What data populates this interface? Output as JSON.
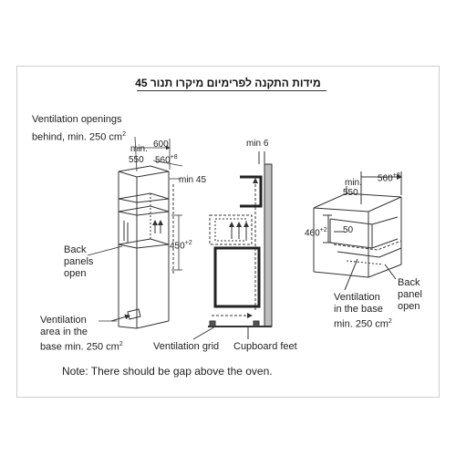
{
  "title": "מידות התקנה לפרימיום מיקרו תנור 45",
  "left": {
    "vent_openings_1": "Ventilation openings",
    "vent_openings_2": "behind, min. 250 cm",
    "vent_openings_sup": "2",
    "dim_600": "600",
    "dim_min": "min.",
    "dim_550": "550",
    "dim_560": "560",
    "dim_560_sup": "+8",
    "min45": "min 45",
    "dim_450": "450",
    "dim_450_sup": "+2",
    "back_1": "Back",
    "back_2": "panels",
    "back_3": "open",
    "base_1": "Ventilation",
    "base_2": "area in the",
    "base_3": "base min. 250 cm",
    "base_sup": "2"
  },
  "middle": {
    "min6": "min 6",
    "vent_grid": "Ventilation grid",
    "cupboard_feet": "Cupboard feet"
  },
  "right": {
    "dim_min": "min.",
    "dim_550": "550",
    "dim_560": "560",
    "dim_560_sup": "+8",
    "dim_460": "460",
    "dim_460_sup": "+2",
    "dim_50": "50",
    "back_1": "Back",
    "back_2": "panel",
    "back_3": "open",
    "vent_1": "Ventilation",
    "vent_2": "in the base",
    "vent_3": "min. 250 cm",
    "vent_sup": "2"
  },
  "note": "Note: There should be gap above the oven."
}
